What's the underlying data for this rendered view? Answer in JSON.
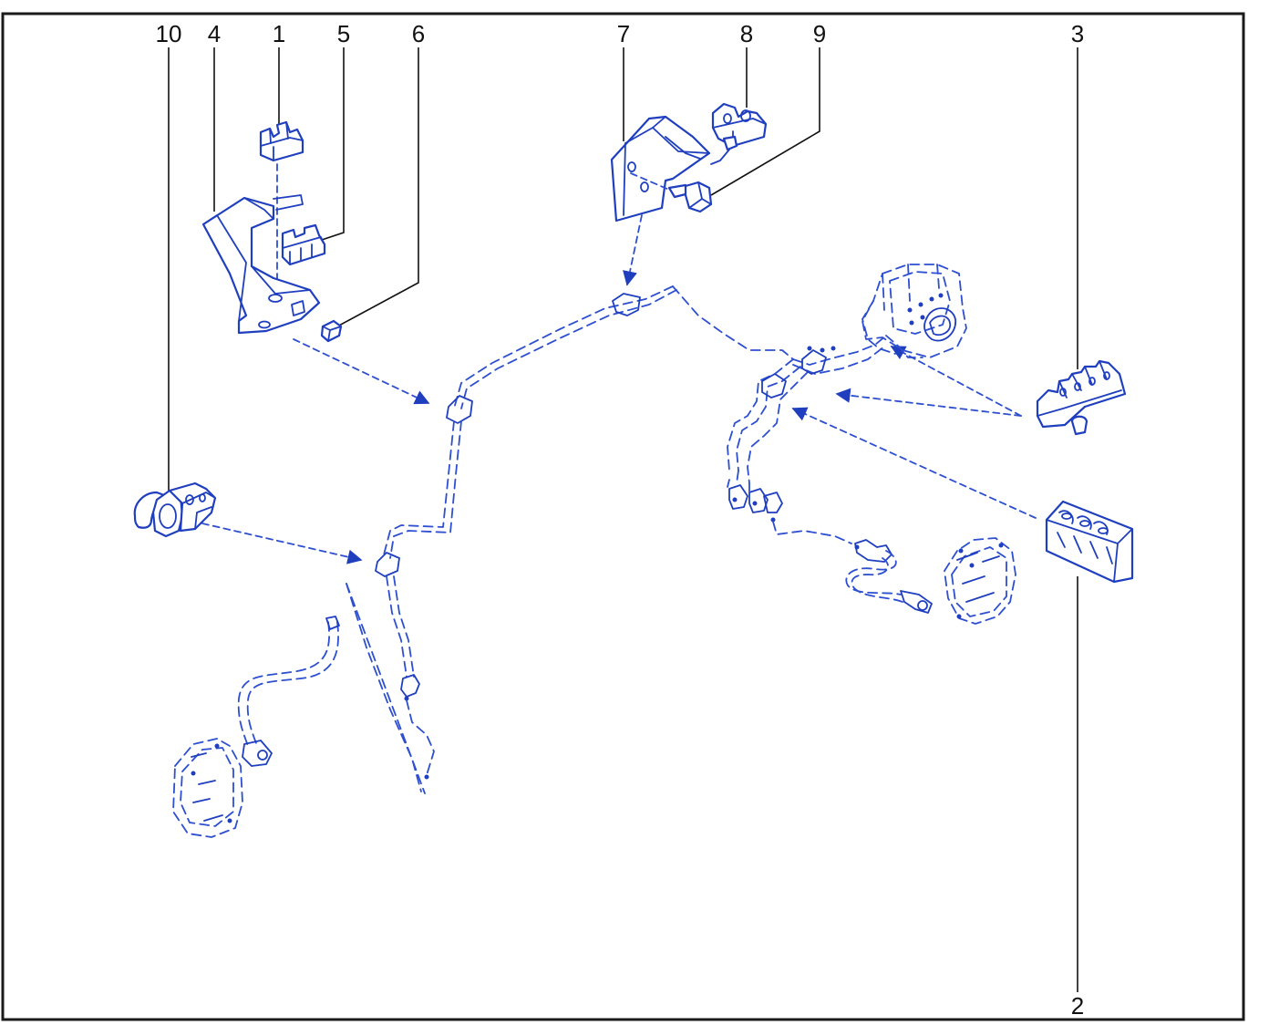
{
  "callouts": [
    {
      "id": "1",
      "label": "1"
    },
    {
      "id": "2",
      "label": "2"
    },
    {
      "id": "3",
      "label": "3"
    },
    {
      "id": "4",
      "label": "4"
    },
    {
      "id": "5",
      "label": "5"
    },
    {
      "id": "6",
      "label": "6"
    },
    {
      "id": "7",
      "label": "7"
    },
    {
      "id": "8",
      "label": "8"
    },
    {
      "id": "9",
      "label": "9"
    },
    {
      "id": "10",
      "label": "10"
    }
  ],
  "colors": {
    "line_art": "#1f3fbf",
    "leaders": "#111111",
    "frame": "#1a1a1a",
    "background": "#ffffff"
  }
}
